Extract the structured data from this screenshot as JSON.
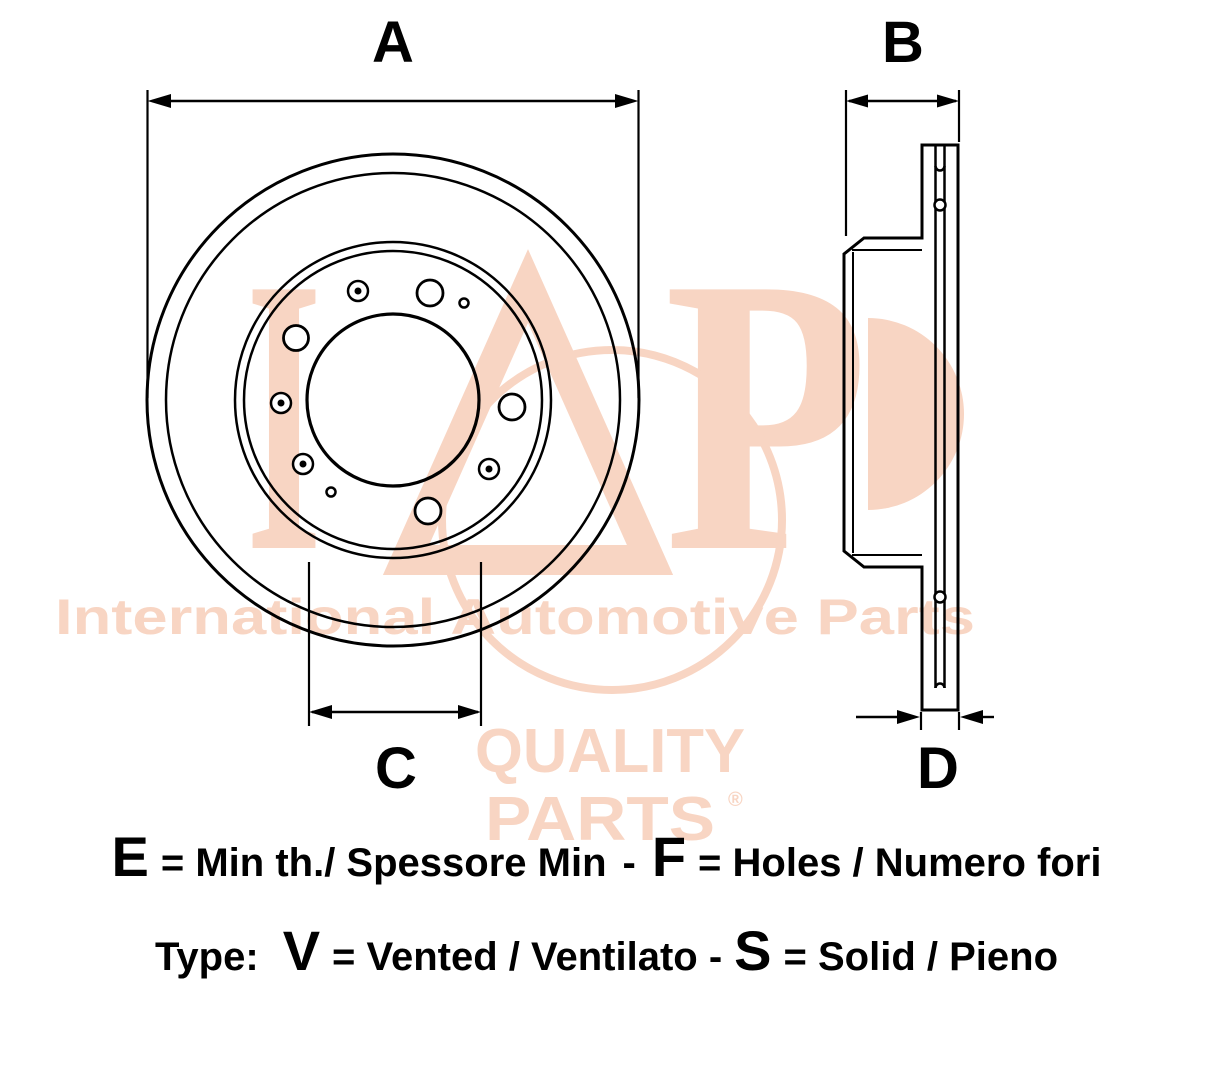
{
  "dimension_labels": {
    "a": "A",
    "b": "B",
    "c": "C",
    "d": "D"
  },
  "legend": {
    "line1": {
      "e": "E",
      "e_text": "= Min th./ Spessore Min",
      "separator": "-",
      "f": "F",
      "f_text": "=  Holes / Numero fori"
    },
    "line2": {
      "type_label": "Type:",
      "v": "V",
      "v_text": "= Vented / Ventilato -",
      "s": "S",
      "s_text": "= Solid / Pieno"
    }
  },
  "watermark": {
    "logo_text": "IAP",
    "logo_i": "I",
    "logo_p": "P",
    "tagline": "International Automotive Parts",
    "quality": "QUALITY",
    "parts": "PARTS",
    "registered": "®",
    "color": "#f8d5c3"
  },
  "colors": {
    "line": "#000000",
    "background": "#ffffff",
    "watermark": "#f8d5c3"
  }
}
